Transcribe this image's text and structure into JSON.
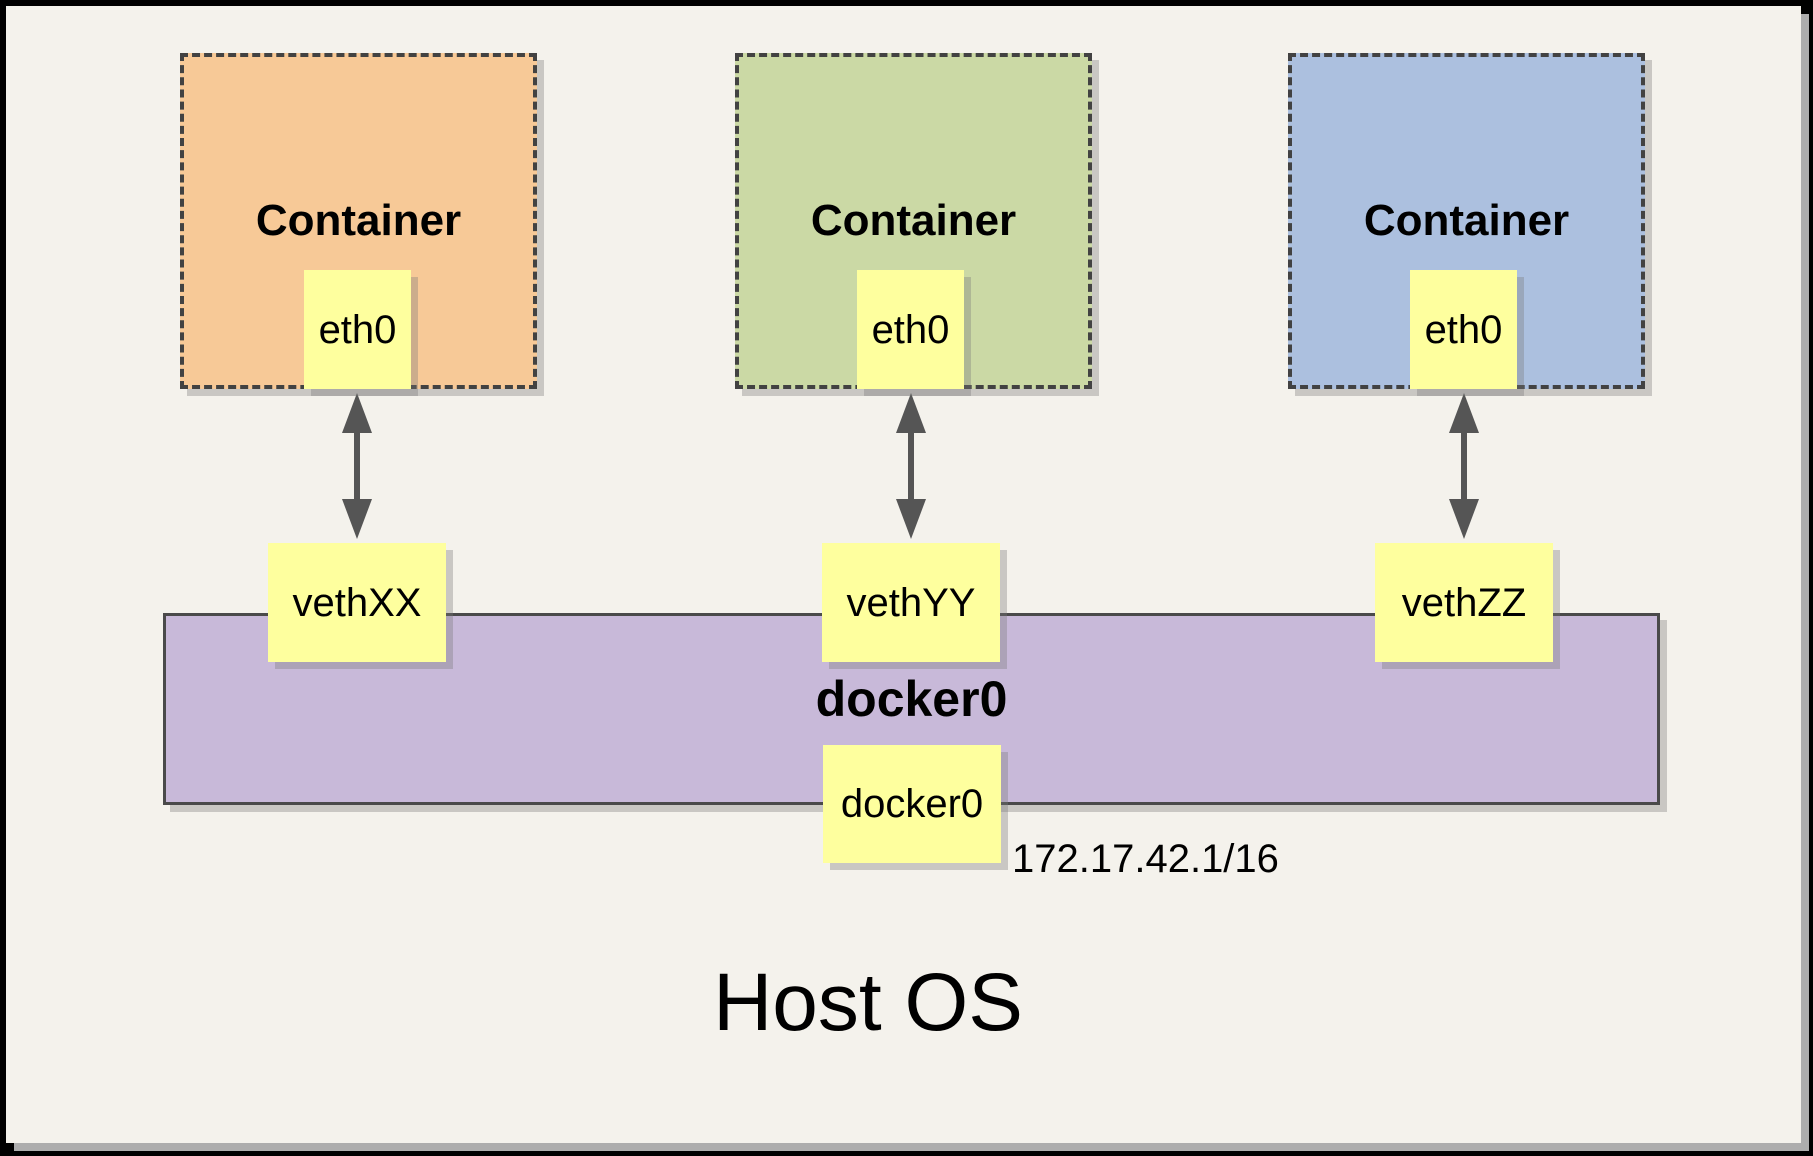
{
  "diagram": {
    "title": "Host OS",
    "background_color": "#F4F2EC",
    "interface_box_color": "#FEFF9E",
    "arrow_color": "#555555",
    "containers": [
      {
        "label": "Container",
        "interface": "eth0",
        "veth": "vethXX",
        "color": "#F7C997"
      },
      {
        "label": "Container",
        "interface": "eth0",
        "veth": "vethYY",
        "color": "#CBD9A5"
      },
      {
        "label": "Container",
        "interface": "eth0",
        "veth": "vethZZ",
        "color": "#ACC0DF"
      }
    ],
    "bridge": {
      "name": "docker0",
      "interface_label": "docker0",
      "ip": "172.17.42.1/16",
      "color": "#C8B9D9"
    }
  }
}
